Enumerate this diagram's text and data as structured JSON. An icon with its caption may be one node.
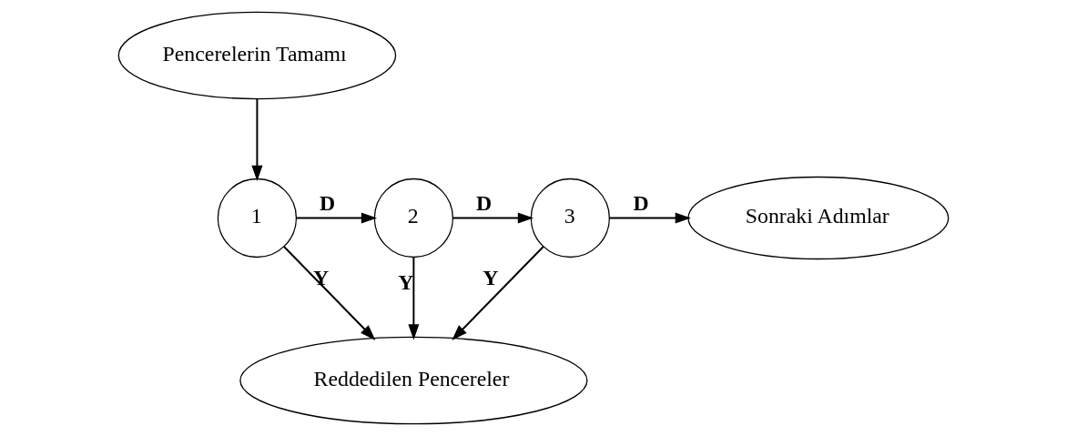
{
  "diagram": {
    "nodes": [
      {
        "text": [
          "Pencerelerin Tamamı"
        ]
      },
      {
        "text": [
          "1"
        ]
      },
      {
        "text": [
          "2"
        ]
      },
      {
        "text": [
          "3"
        ]
      },
      {
        "text": [
          "Sonraki Adımlar"
        ]
      },
      {
        "text": [
          "Reddedilen Pencereler"
        ]
      }
    ],
    "edges": [
      {
        "from": 0,
        "to": 1,
        "arrow": "to"
      },
      {
        "from": 1,
        "to": 2,
        "arrow": "to",
        "label": "D"
      },
      {
        "from": 2,
        "to": 3,
        "arrow": "to",
        "label": "D"
      },
      {
        "from": 3,
        "to": 4,
        "arrow": "to",
        "label": "D"
      },
      {
        "from": 1,
        "to": 5,
        "arrow": "to",
        "label": "Y"
      },
      {
        "from": 2,
        "to": 5,
        "arrow": "to",
        "label": "Y"
      },
      {
        "from": 3,
        "to": 5,
        "arrow": "to",
        "label": "Y"
      }
    ]
  }
}
